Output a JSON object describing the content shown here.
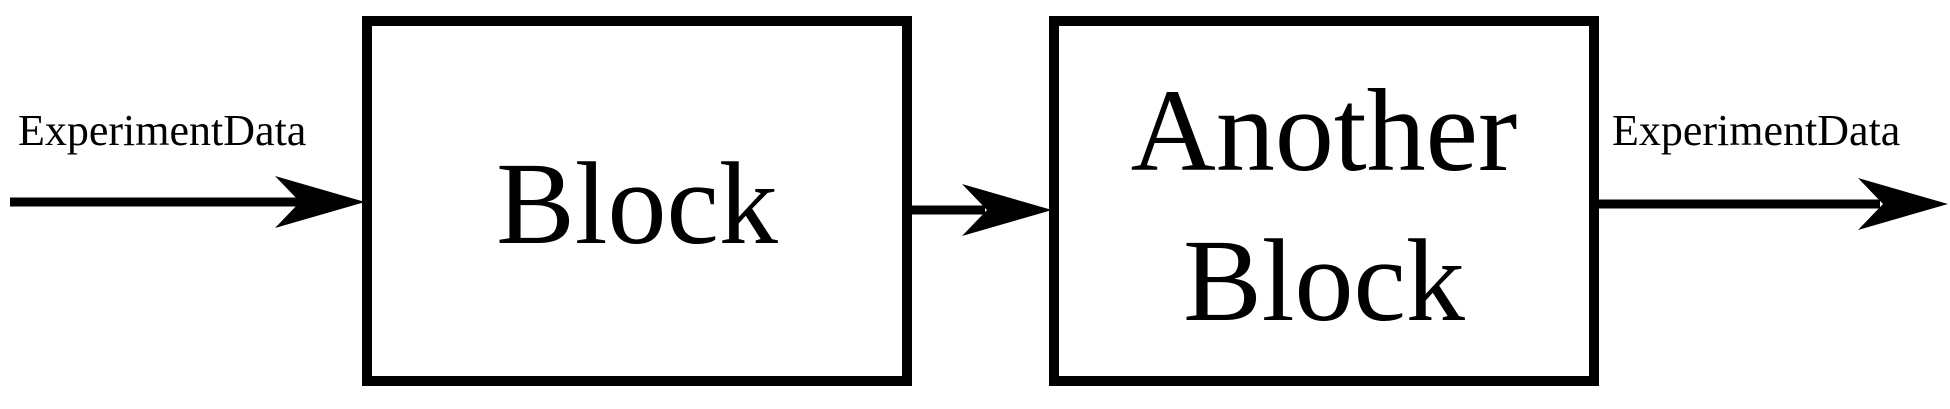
{
  "colors": {
    "stroke": "#000000",
    "background": "#ffffff"
  },
  "edges": {
    "input_label": "ExperimentData",
    "output_label": "ExperimentData"
  },
  "blocks": {
    "first": {
      "label": "Block"
    },
    "second": {
      "line1": "Another",
      "line2": "Block"
    }
  }
}
